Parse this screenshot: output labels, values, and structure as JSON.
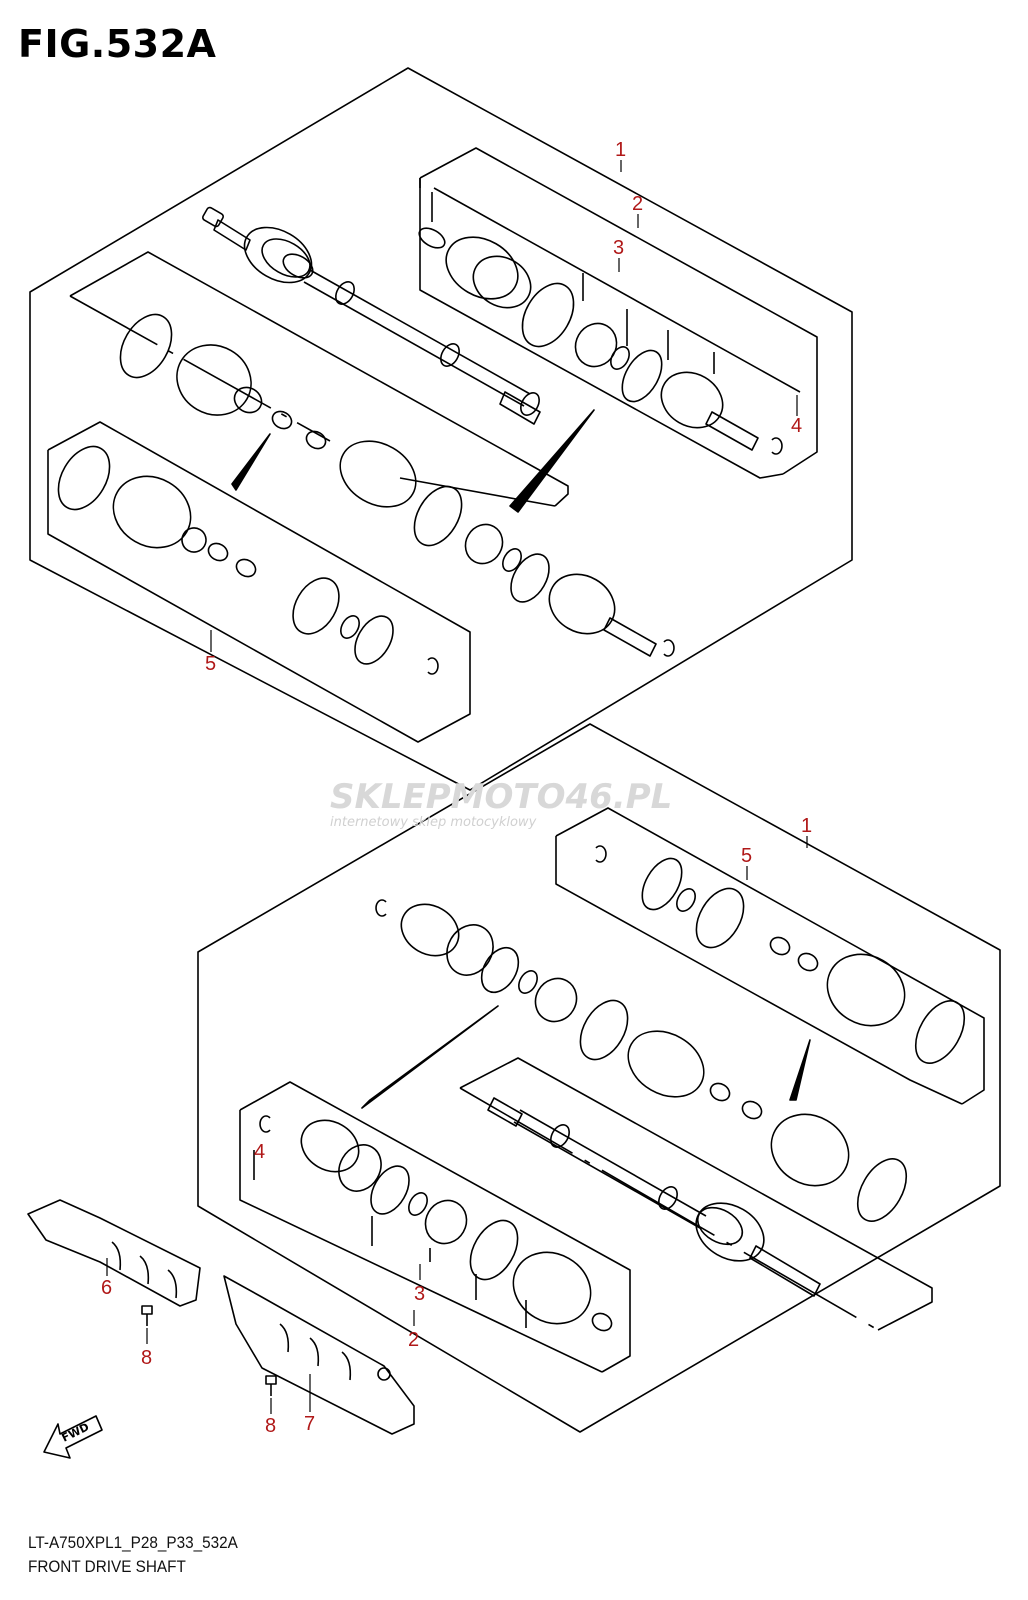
{
  "figure": {
    "title": "FIG.532A",
    "model_code": "LT-A750XPL1_P28_P33_532A",
    "name": "FRONT DRIVE SHAFT"
  },
  "watermark": {
    "brand": "SKLEPMOTO46.PL",
    "tagline": "internetowy sklep motocyklowy"
  },
  "direction_badge": "FWD",
  "callouts_upper": [
    "1",
    "2",
    "3",
    "4",
    "5"
  ],
  "callouts_lower": [
    "1",
    "5",
    "4",
    "3",
    "2",
    "6",
    "7",
    "8",
    "8"
  ],
  "colors": {
    "callout": "#b01818",
    "line": "#000000",
    "watermark": "#d8d8d8"
  }
}
